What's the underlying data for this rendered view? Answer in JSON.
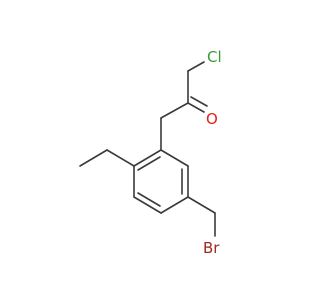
{
  "molecule": {
    "atoms": {
      "chlorine": {
        "label": "Cl",
        "color": "#3a9a3a"
      },
      "oxygen": {
        "label": "O",
        "color": "#e0211c"
      },
      "bromine": {
        "label": "Br",
        "color": "#a0291e"
      }
    },
    "bond_color": "#3a3a3a",
    "background": "#ffffff"
  }
}
